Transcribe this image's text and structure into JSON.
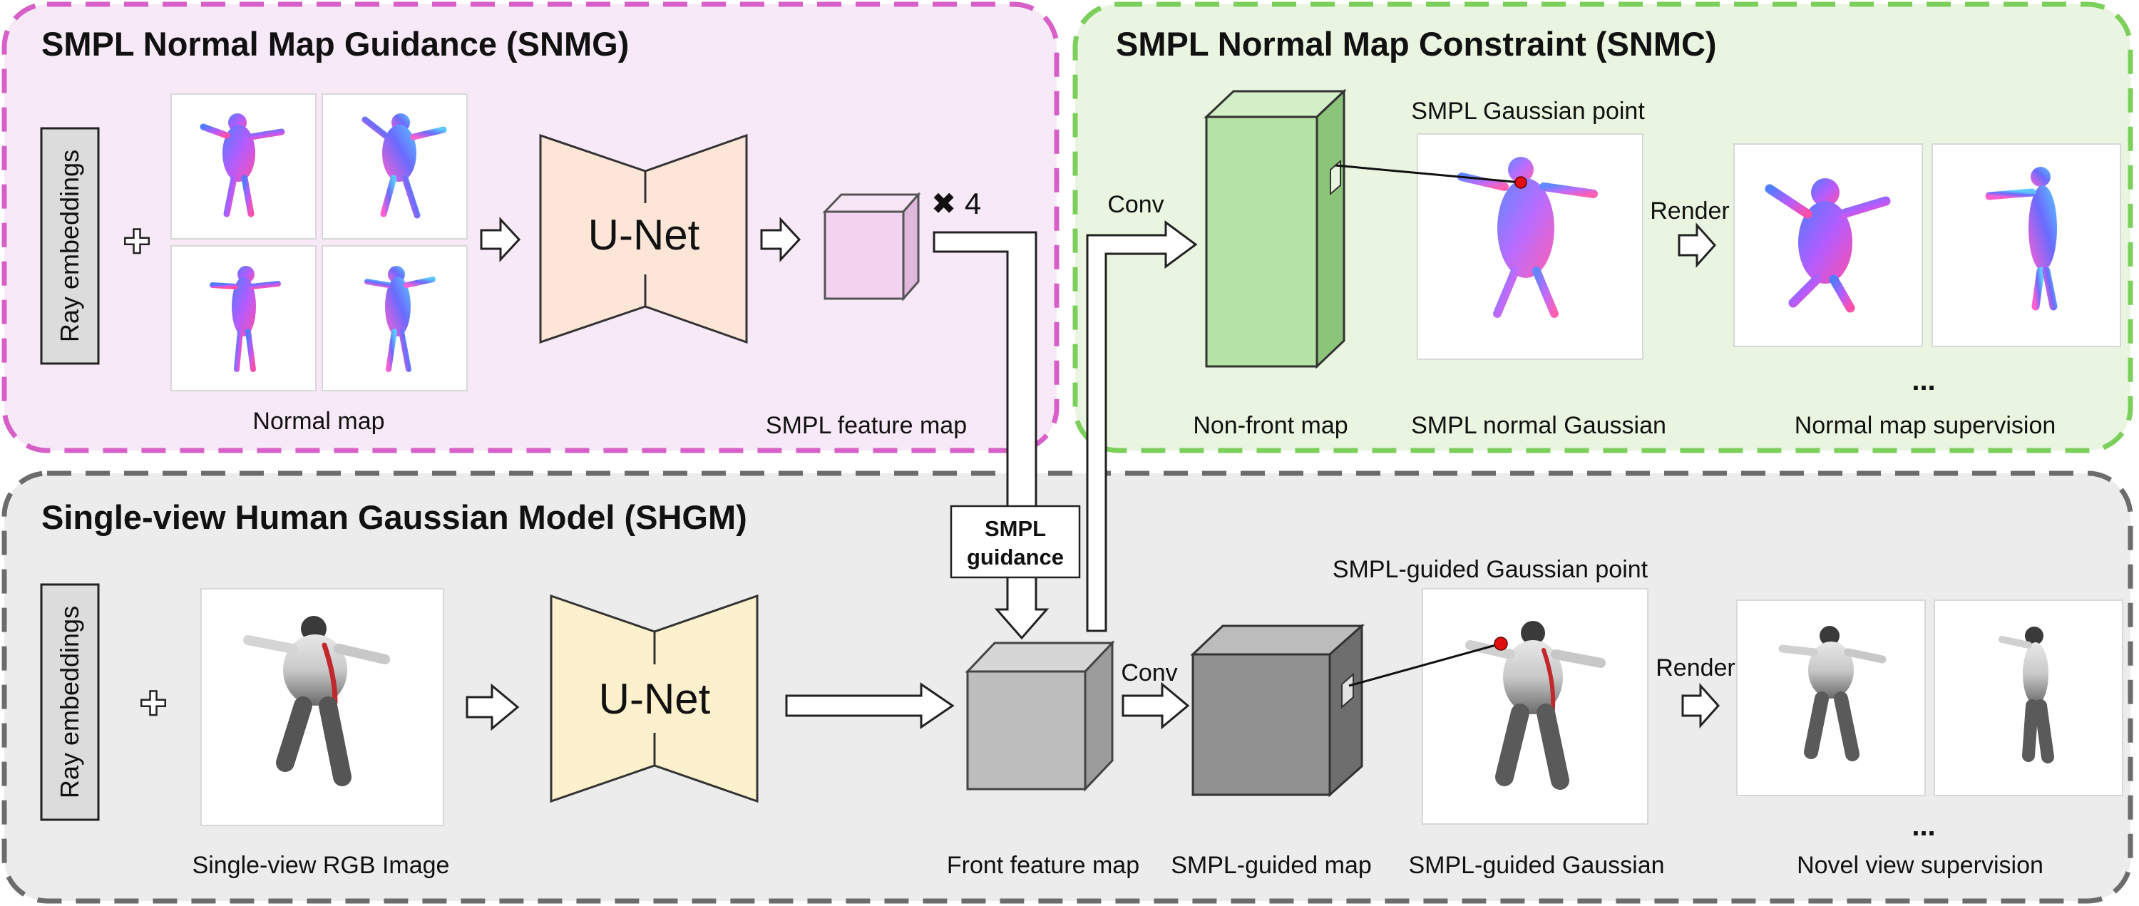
{
  "panels": {
    "snmg": {
      "title": "SMPL Normal Map Guidance (SNMG)",
      "fill": "#f8e9f8",
      "border": "#d660c8"
    },
    "snmc": {
      "title": "SMPL Normal Map Constraint (SNMC)",
      "fill": "#e9f5e0",
      "border": "#7ccf5b"
    },
    "shgm": {
      "title": "Single-view Human Gaussian Model (SHGM)",
      "fill": "#ececec",
      "border": "#6c6c6c"
    }
  },
  "snmg": {
    "ray_embeddings": "Ray embeddings",
    "plus": "✚",
    "normal_map_label": "Normal map",
    "unet_label": "U-Net",
    "feature_map_label": "SMPL feature map",
    "multiplier": "✖ 4"
  },
  "snmc": {
    "conv_label": "Conv",
    "non_front_label": "Non-front map",
    "gaussian_point_label": "SMPL Gaussian point",
    "normal_gaussian_label": "SMPL normal Gaussian",
    "render_label": "Render",
    "supervision_label": "Normal map supervision",
    "ellipsis": "..."
  },
  "shgm": {
    "ray_embeddings": "Ray embeddings",
    "plus": "✚",
    "rgb_label": "Single-view RGB Image",
    "unet_label": "U-Net",
    "front_feature_label": "Front feature map",
    "conv_label": "Conv",
    "guided_map_label": "SMPL-guided map",
    "guided_point_label": "SMPL-guided Gaussian point",
    "guided_gaussian_label": "SMPL-guided Gaussian",
    "render_label": "Render",
    "supervision_label": "Novel view supervision",
    "ellipsis": "..."
  },
  "guidance_box": {
    "line1": "SMPL",
    "line2": "guidance"
  },
  "colors": {
    "unet_pink": "#fde6d8",
    "unet_yellow": "#fdf0cc",
    "cube_pink": "#f2d3ef",
    "cube_green": "#b6e3a6",
    "cube_gray": "#bdbdbd",
    "smpl_dot": "#e01010"
  }
}
